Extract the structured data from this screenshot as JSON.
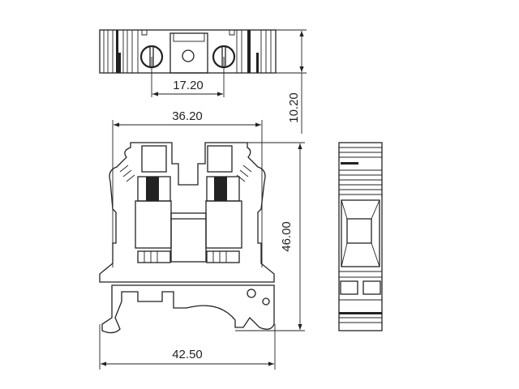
{
  "title": "Terminal block dimension drawing",
  "dimensions": {
    "screw_spacing": "17.20",
    "depth": "10.20",
    "top_width": "36.20",
    "height": "46.00",
    "base_width": "42.50"
  },
  "colors": {
    "line": "#222222",
    "background": "#ffffff"
  }
}
